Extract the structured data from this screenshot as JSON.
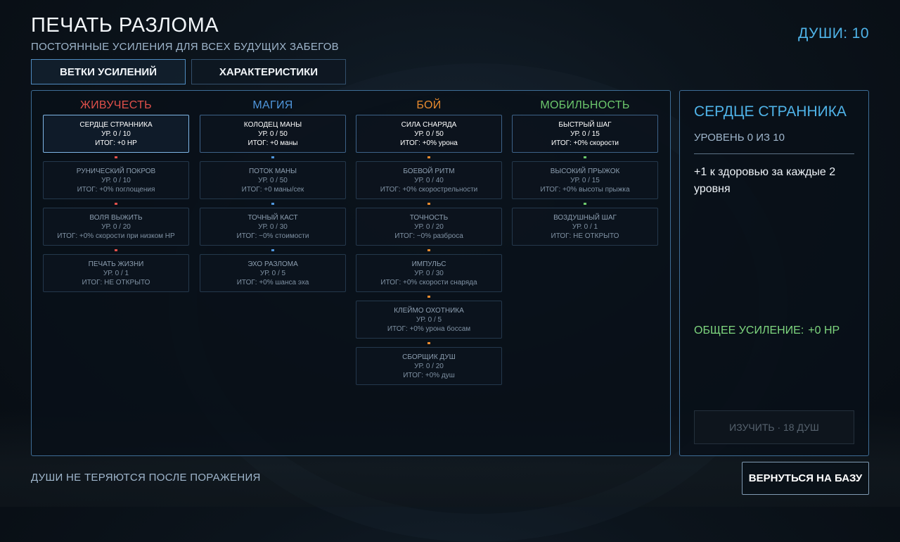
{
  "header": {
    "title": "ПЕЧАТЬ РАЗЛОМА",
    "subtitle": "ПОСТОЯННЫЕ УСИЛЕНИЯ ДЛЯ ВСЕХ БУДУЩИХ ЗАБЕГОВ",
    "souls_label": "ДУШИ:",
    "souls_value": "10"
  },
  "tabs": [
    {
      "label": "ВЕТКИ УСИЛЕНИЙ",
      "active": true
    },
    {
      "label": "ХАРАКТЕРИСТИКИ",
      "active": false
    }
  ],
  "colors": {
    "vitality": "#e0504a",
    "magic": "#4f96dc",
    "combat": "#e88a2e",
    "mobility": "#6cc86c",
    "accent": "#4fb3e8"
  },
  "branches": [
    {
      "name": "ЖИВУЧЕСТЬ",
      "color_key": "vitality",
      "nodes": [
        {
          "name": "СЕРДЦЕ СТРАННИКА",
          "level": "УР. 0 / 10",
          "total": "ИТОГ: +0 HP",
          "unlocked": true,
          "selected": true
        },
        {
          "name": "РУНИЧЕСКИЙ ПОКРОВ",
          "level": "УР. 0 / 10",
          "total": "ИТОГ: +0% поглощения",
          "unlocked": false
        },
        {
          "name": "ВОЛЯ ВЫЖИТЬ",
          "level": "УР. 0 / 20",
          "total": "ИТОГ: +0% скорости при низком HP",
          "unlocked": false
        },
        {
          "name": "ПЕЧАТЬ ЖИЗНИ",
          "level": "УР. 0 / 1",
          "total": "ИТОГ: НЕ ОТКРЫТО",
          "unlocked": false
        }
      ]
    },
    {
      "name": "МАГИЯ",
      "color_key": "magic",
      "nodes": [
        {
          "name": "КОЛОДЕЦ МАНЫ",
          "level": "УР. 0 / 50",
          "total": "ИТОГ: +0 маны",
          "unlocked": true
        },
        {
          "name": "ПОТОК МАНЫ",
          "level": "УР. 0 / 50",
          "total": "ИТОГ: +0 маны/сек",
          "unlocked": false
        },
        {
          "name": "ТОЧНЫЙ КАСТ",
          "level": "УР. 0 / 30",
          "total": "ИТОГ: −0% стоимости",
          "unlocked": false
        },
        {
          "name": "ЭХО РАЗЛОМА",
          "level": "УР. 0 / 5",
          "total": "ИТОГ: +0% шанса эха",
          "unlocked": false
        }
      ]
    },
    {
      "name": "БОЙ",
      "color_key": "combat",
      "nodes": [
        {
          "name": "СИЛА СНАРЯДА",
          "level": "УР. 0 / 50",
          "total": "ИТОГ: +0% урона",
          "unlocked": true
        },
        {
          "name": "БОЕВОЙ РИТМ",
          "level": "УР. 0 / 40",
          "total": "ИТОГ: +0% скорострельности",
          "unlocked": false
        },
        {
          "name": "ТОЧНОСТЬ",
          "level": "УР. 0 / 20",
          "total": "ИТОГ: −0% разброса",
          "unlocked": false
        },
        {
          "name": "ИМПУЛЬС",
          "level": "УР. 0 / 30",
          "total": "ИТОГ: +0% скорости снаряда",
          "unlocked": false
        },
        {
          "name": "КЛЕЙМО ОХОТНИКА",
          "level": "УР. 0 / 5",
          "total": "ИТОГ: +0% урона боссам",
          "unlocked": false
        },
        {
          "name": "СБОРЩИК ДУШ",
          "level": "УР. 0 / 20",
          "total": "ИТОГ: +0% душ",
          "unlocked": false
        }
      ]
    },
    {
      "name": "МОБИЛЬНОСТЬ",
      "color_key": "mobility",
      "nodes": [
        {
          "name": "БЫСТРЫЙ ШАГ",
          "level": "УР. 0 / 15",
          "total": "ИТОГ: +0% скорости",
          "unlocked": true
        },
        {
          "name": "ВЫСОКИЙ ПРЫЖОК",
          "level": "УР. 0 / 15",
          "total": "ИТОГ: +0% высоты прыжка",
          "unlocked": false
        },
        {
          "name": "ВОЗДУШНЫЙ ШАГ",
          "level": "УР. 0 / 1",
          "total": "ИТОГ: НЕ ОТКРЫТО",
          "unlocked": false
        }
      ]
    }
  ],
  "detail": {
    "title": "СЕРДЦЕ СТРАННИКА",
    "level": "УРОВЕНЬ 0 ИЗ 10",
    "description": "+1 к здоровью за каждые 2 уровня",
    "total_label": "ОБЩЕЕ УСИЛЕНИЕ:",
    "total_value": "+0 HP",
    "learn_button": "ИЗУЧИТЬ · 18 ДУШ"
  },
  "footer": {
    "note": "ДУШИ НЕ ТЕРЯЮТСЯ ПОСЛЕ ПОРАЖЕНИЯ",
    "back_button": "ВЕРНУТЬСЯ НА БАЗУ"
  }
}
